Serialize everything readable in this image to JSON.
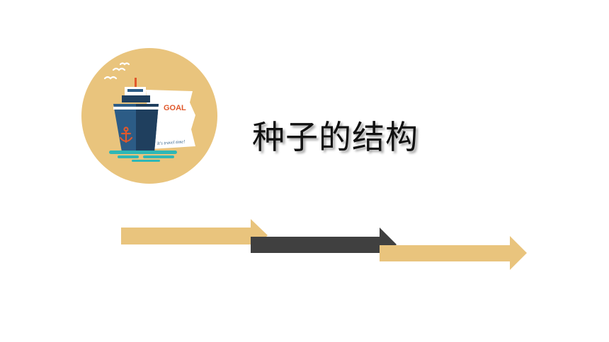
{
  "slide": {
    "title": "种子的结构"
  },
  "emblem": {
    "flag_text": "GOAL",
    "sail_caption": "It's travel time!",
    "icons": [
      "ship-icon",
      "seagull-icon",
      "anchor-icon",
      "waves-icon"
    ]
  },
  "arrows": {
    "count": 3,
    "colors": [
      "#e9c47d",
      "#404040",
      "#e9c47d"
    ]
  },
  "colors": {
    "accent_gold": "#e9c47d",
    "ship_blue": "#2c5c86",
    "ship_dark": "#1f3f5e",
    "flag_red": "#e0582b",
    "water": "#2fb7b6",
    "arrow_dark": "#404040"
  }
}
